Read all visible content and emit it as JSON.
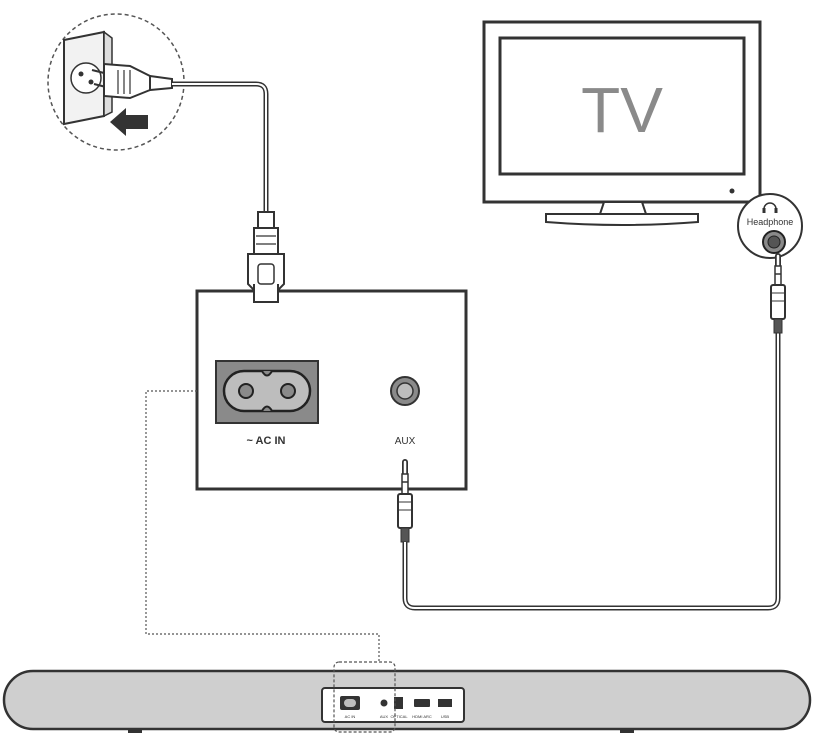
{
  "labels": {
    "tv": "TV",
    "headphone": "Headphone",
    "ac_in": "~ AC IN",
    "aux": "AUX",
    "bar_ac": "AC IN",
    "bar_aux": "AUX",
    "bar_optical": "OPTICAL",
    "bar_hdmi": "HDMI ARC",
    "bar_usb": "USB"
  },
  "colors": {
    "stroke": "#333333",
    "socket_fill": "#8a8a8a",
    "bar_fill": "#cfcfcf",
    "tv_text": "#8a8a8a"
  },
  "icons": [
    "wall-outlet-icon",
    "power-plug-icon",
    "arrow-icon",
    "headphone-icon"
  ]
}
